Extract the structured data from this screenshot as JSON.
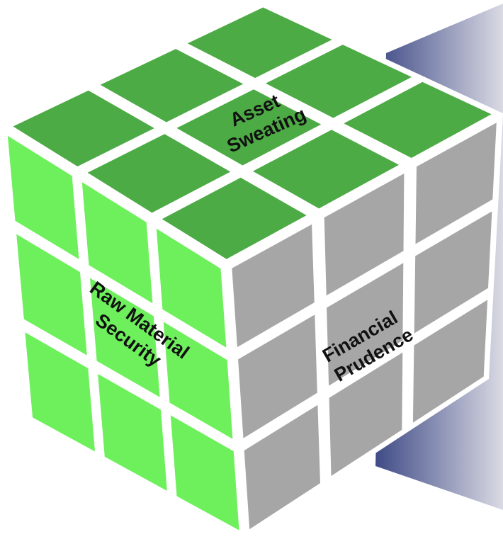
{
  "diagram": {
    "faces": {
      "top": {
        "label_line1": "Asset",
        "label_line2": "Sweating",
        "color": "#4dab45"
      },
      "left": {
        "label_line1": "Raw Material",
        "label_line2": "Security",
        "color": "#6ef05c"
      },
      "right": {
        "label_line1": "Financial",
        "label_line2": "Prudence",
        "color": "#a6a6a6"
      }
    },
    "grid_color": "#ffffff",
    "text_color": "#111111",
    "backdrop": {
      "dark": "#3f4b86",
      "light": "#dadae4"
    }
  }
}
